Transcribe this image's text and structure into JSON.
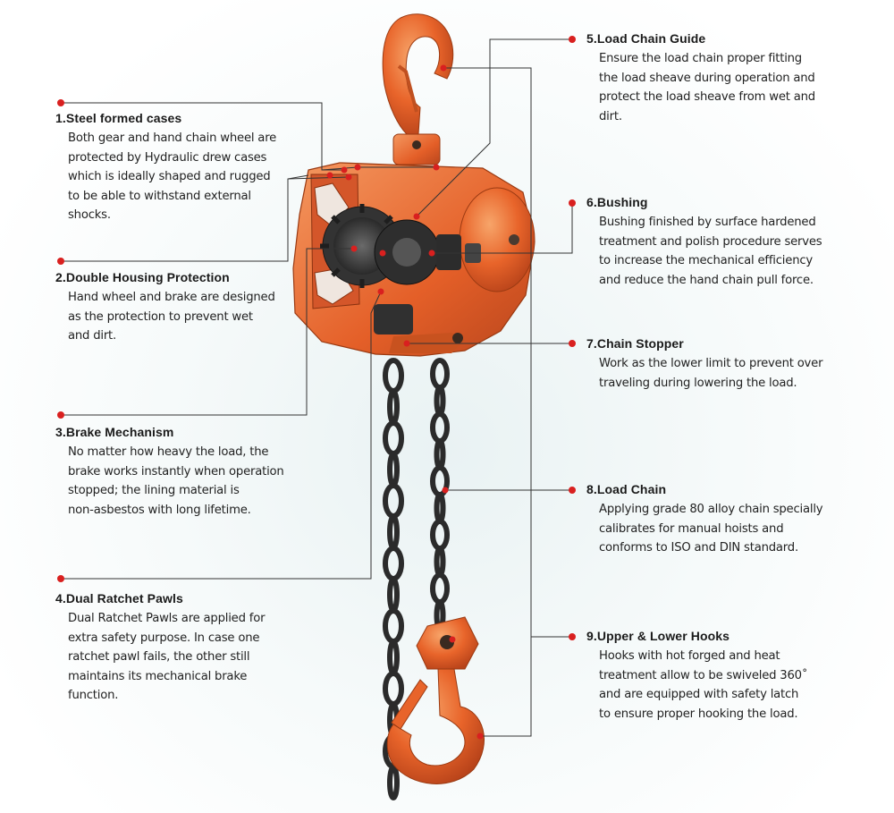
{
  "colors": {
    "accent": "#d9201f",
    "body_orange": "#e8642a",
    "chain": "#2b2b2b",
    "leader": "#333333"
  },
  "features": [
    {
      "id": "steel-formed-cases",
      "title": "1.Steel formed cases",
      "lines": [
        "Both gear and hand chain wheel are",
        "protected by Hydraulic drew cases",
        "which is ideally shaped and rugged",
        "to be able to withstand external",
        "shocks."
      ]
    },
    {
      "id": "double-housing-protection",
      "title": "2.Double Housing Protection",
      "lines": [
        "Hand wheel and brake are designed",
        "as the protection to prevent wet",
        "and dirt."
      ]
    },
    {
      "id": "brake-mechanism",
      "title": "3.Brake Mechanism",
      "lines": [
        "No matter how heavy the load, the",
        "brake works instantly when operation",
        "stopped; the lining material is",
        "non-asbestos with long lifetime."
      ]
    },
    {
      "id": "dual-ratchet-pawls",
      "title": "4.Dual Ratchet Pawls",
      "lines": [
        "Dual Ratchet Pawls are applied for",
        "extra safety purpose. In case one",
        "ratchet pawl fails, the other still",
        "maintains its mechanical brake",
        "function."
      ]
    },
    {
      "id": "load-chain-guide",
      "title": "5.Load Chain Guide",
      "lines": [
        "Ensure the load chain proper fitting",
        "the load sheave during operation and",
        "protect the load sheave from wet and",
        "dirt."
      ]
    },
    {
      "id": "bushing",
      "title": "6.Bushing",
      "lines": [
        "Bushing finished by surface hardened",
        "treatment and polish procedure serves",
        "to increase the mechanical efficiency",
        "and reduce the hand chain pull force."
      ]
    },
    {
      "id": "chain-stopper",
      "title": "7.Chain Stopper",
      "lines": [
        "Work as the lower limit to prevent over",
        "traveling during lowering the load."
      ]
    },
    {
      "id": "load-chain",
      "title": "8.Load Chain",
      "lines": [
        "Applying grade 80 alloy chain specially",
        "calibrates for manual hoists and",
        "conforms to ISO and DIN standard."
      ]
    },
    {
      "id": "upper-lower-hooks",
      "title": "9.Upper & Lower Hooks",
      "lines": [
        "Hooks with hot forged and heat",
        "treatment allow to be swiveled 360˚",
        "and are equipped with safety latch",
        "to ensure proper hooking the load."
      ]
    }
  ]
}
